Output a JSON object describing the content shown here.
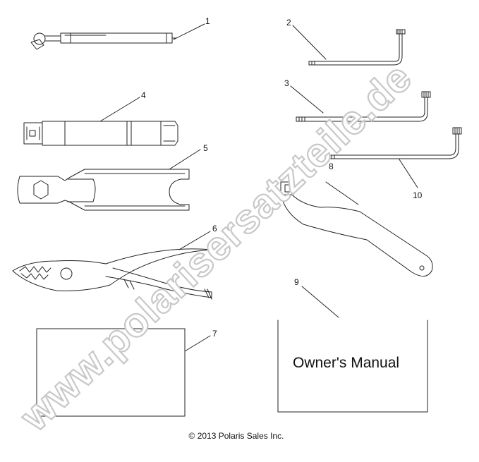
{
  "callouts": [
    "1",
    "2",
    "3",
    "4",
    "5",
    "6",
    "7",
    "8",
    "9",
    "10"
  ],
  "manual_label": "Owner's Manual",
  "copyright": "© 2013 Polaris Sales Inc.",
  "watermark": "www.polarisersatzteile.de",
  "colors": {
    "line": "#222222",
    "watermark_outline": "#c8c8c8",
    "background": "#ffffff"
  }
}
